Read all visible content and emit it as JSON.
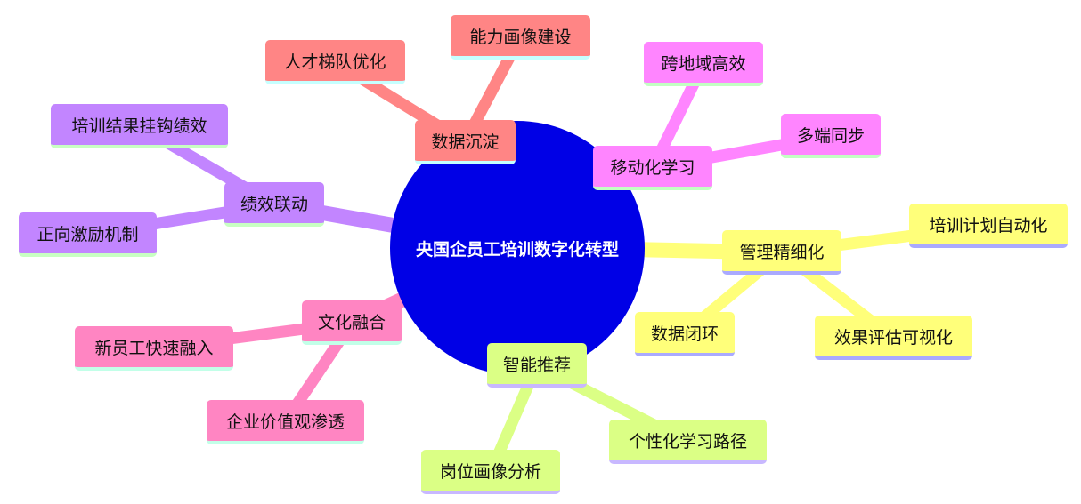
{
  "root": "央国企员工培训数字化转型",
  "branches": [
    {
      "label": "数据沉淀",
      "color": "#ff8585",
      "children": [
        "人才梯队优化",
        "能力画像建设"
      ]
    },
    {
      "label": "移动化学习",
      "color": "#ff85ff",
      "children": [
        "跨地域高效",
        "多端同步"
      ]
    },
    {
      "label": "管理精细化",
      "color": "#ffff7a",
      "children": [
        "培训计划自动化",
        "数据闭环",
        "效果评估可视化"
      ]
    },
    {
      "label": "智能推荐",
      "color": "#dbff85",
      "children": [
        "个性化学习路径",
        "岗位画像分析"
      ]
    },
    {
      "label": "文化融合",
      "color": "#ff85c2",
      "children": [
        "新员工快速融入",
        "企业价值观渗透"
      ]
    },
    {
      "label": "绩效联动",
      "color": "#c285ff",
      "children": [
        "培训结果挂钩绩效",
        "正向激励机制"
      ]
    }
  ]
}
